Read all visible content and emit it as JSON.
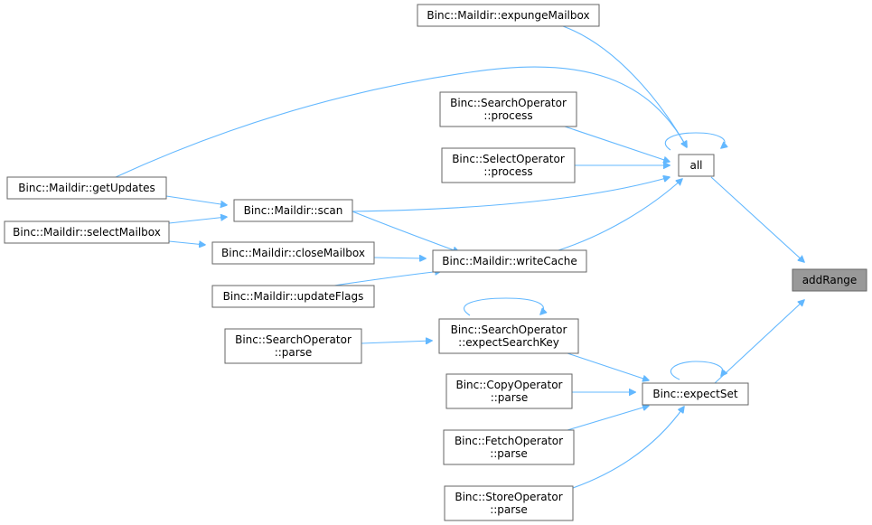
{
  "nodes": {
    "addRange": {
      "lines": [
        "addRange"
      ],
      "focus": true
    },
    "all": {
      "lines": [
        "all"
      ]
    },
    "expectSet": {
      "lines": [
        "Binc::expectSet"
      ]
    },
    "expungeMailbox": {
      "lines": [
        "Binc::Maildir::expungeMailbox"
      ]
    },
    "searchProcess": {
      "lines": [
        "Binc::SearchOperator",
        "::process"
      ]
    },
    "selectProcess": {
      "lines": [
        "Binc::SelectOperator",
        "::process"
      ]
    },
    "getUpdates": {
      "lines": [
        "Binc::Maildir::getUpdates"
      ]
    },
    "scan": {
      "lines": [
        "Binc::Maildir::scan"
      ]
    },
    "selectMailbox": {
      "lines": [
        "Binc::Maildir::selectMailbox"
      ]
    },
    "closeMailbox": {
      "lines": [
        "Binc::Maildir::closeMailbox"
      ]
    },
    "writeCache": {
      "lines": [
        "Binc::Maildir::writeCache"
      ]
    },
    "updateFlags": {
      "lines": [
        "Binc::Maildir::updateFlags"
      ]
    },
    "searchParse": {
      "lines": [
        "Binc::SearchOperator",
        "::parse"
      ]
    },
    "expectSearchKey": {
      "lines": [
        "Binc::SearchOperator",
        "::expectSearchKey"
      ]
    },
    "copyParse": {
      "lines": [
        "Binc::CopyOperator",
        "::parse"
      ]
    },
    "fetchParse": {
      "lines": [
        "Binc::FetchOperator",
        "::parse"
      ]
    },
    "storeParse": {
      "lines": [
        "Binc::StoreOperator",
        "::parse"
      ]
    }
  },
  "edges": [
    [
      "all",
      "addRange"
    ],
    [
      "expectSet",
      "addRange"
    ],
    [
      "all",
      "all"
    ],
    [
      "expungeMailbox",
      "all"
    ],
    [
      "getUpdates",
      "all"
    ],
    [
      "searchProcess",
      "all"
    ],
    [
      "selectProcess",
      "all"
    ],
    [
      "scan",
      "all"
    ],
    [
      "writeCache",
      "all"
    ],
    [
      "getUpdates",
      "scan"
    ],
    [
      "selectMailbox",
      "scan"
    ],
    [
      "selectMailbox",
      "closeMailbox"
    ],
    [
      "scan",
      "writeCache"
    ],
    [
      "closeMailbox",
      "writeCache"
    ],
    [
      "updateFlags",
      "writeCache"
    ],
    [
      "expectSet",
      "expectSet"
    ],
    [
      "expectSearchKey",
      "expectSearchKey"
    ],
    [
      "searchParse",
      "expectSearchKey"
    ],
    [
      "expectSearchKey",
      "expectSet"
    ],
    [
      "copyParse",
      "expectSet"
    ],
    [
      "fetchParse",
      "expectSet"
    ],
    [
      "storeParse",
      "expectSet"
    ]
  ]
}
